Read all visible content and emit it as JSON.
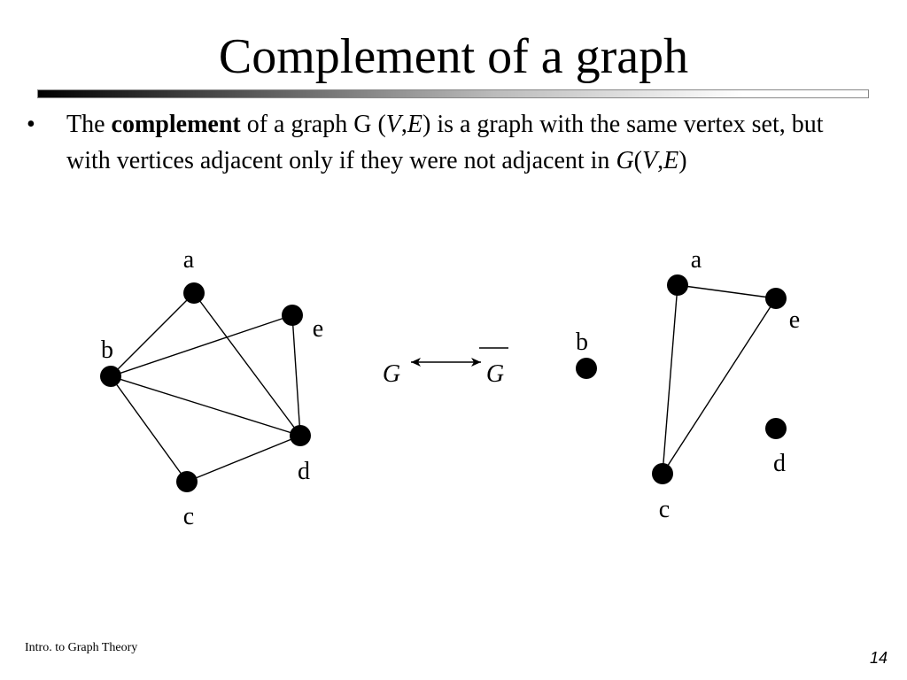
{
  "slide": {
    "title": "Complement of a graph",
    "bullet": {
      "glyph": "•",
      "segments": [
        {
          "text": "The ",
          "style": "normal"
        },
        {
          "text": "complement",
          "style": "bold"
        },
        {
          "text": " of a graph G (",
          "style": "normal"
        },
        {
          "text": "V",
          "style": "italic"
        },
        {
          "text": ",",
          "style": "normal"
        },
        {
          "text": "E",
          "style": "italic"
        },
        {
          "text": ") is a graph with the same vertex set, but with vertices adjacent only if they were not adjacent in ",
          "style": "normal"
        },
        {
          "text": "G",
          "style": "italic"
        },
        {
          "text": "(",
          "style": "normal"
        },
        {
          "text": "V",
          "style": "italic"
        },
        {
          "text": ",",
          "style": "normal"
        },
        {
          "text": "E",
          "style": "italic"
        },
        {
          "text": ")",
          "style": "normal"
        }
      ]
    },
    "relation": {
      "left_label": "G",
      "right_label": "G",
      "right_overline": true
    },
    "graph_g": {
      "vertices": [
        "a",
        "b",
        "c",
        "d",
        "e"
      ],
      "edges": [
        [
          "a",
          "b"
        ],
        [
          "a",
          "d"
        ],
        [
          "b",
          "e"
        ],
        [
          "b",
          "d"
        ],
        [
          "b",
          "c"
        ],
        [
          "c",
          "d"
        ],
        [
          "e",
          "d"
        ]
      ]
    },
    "graph_complement": {
      "vertices": [
        "a",
        "b",
        "c",
        "d",
        "e"
      ],
      "edges": [
        [
          "a",
          "c"
        ],
        [
          "a",
          "e"
        ],
        [
          "c",
          "e"
        ]
      ]
    },
    "footer": {
      "left": "Intro. to Graph Theory",
      "page_number": "14"
    }
  }
}
